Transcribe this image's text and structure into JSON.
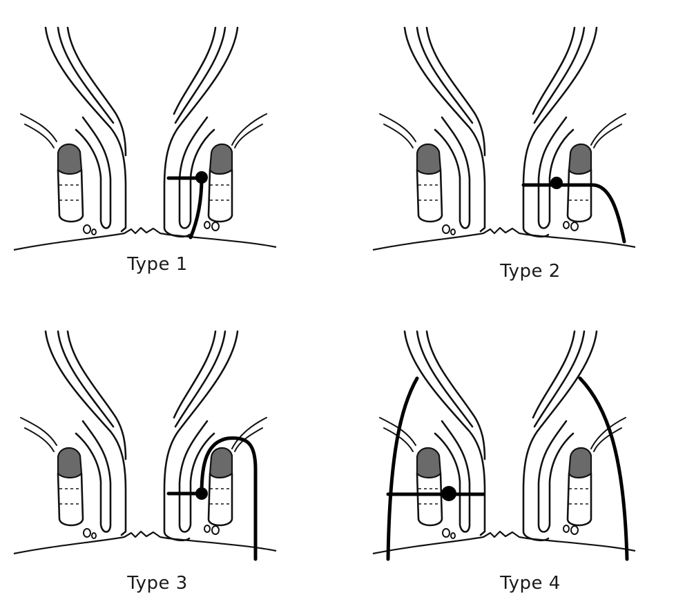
{
  "panels": [
    {
      "caption": "Type 1"
    },
    {
      "caption": "Type 2"
    },
    {
      "caption": "Type 3"
    },
    {
      "caption": "Type 4"
    }
  ]
}
